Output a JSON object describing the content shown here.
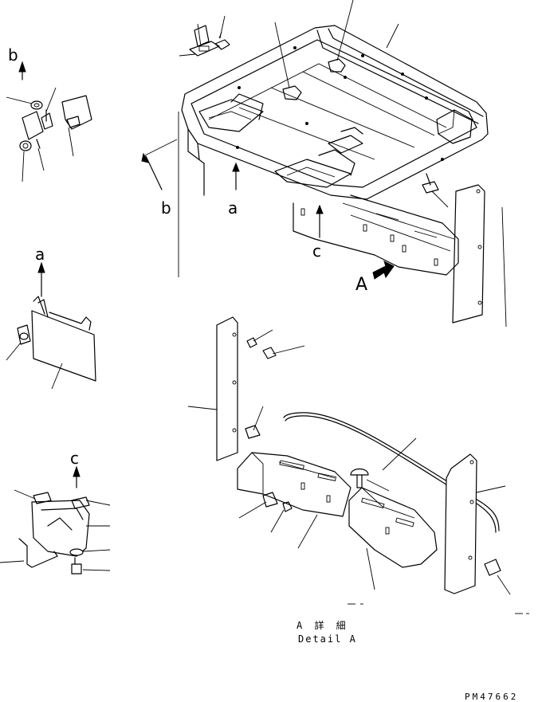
{
  "labels": {
    "b_top": "b",
    "b_main": "b",
    "a_main": "a",
    "a_detail": "a",
    "c_main": "c",
    "c_detail": "c",
    "A_view": "A"
  },
  "caption": {
    "line1": "A 詳 細",
    "line2": "Detail A"
  },
  "drawing_number": "PM47662"
}
